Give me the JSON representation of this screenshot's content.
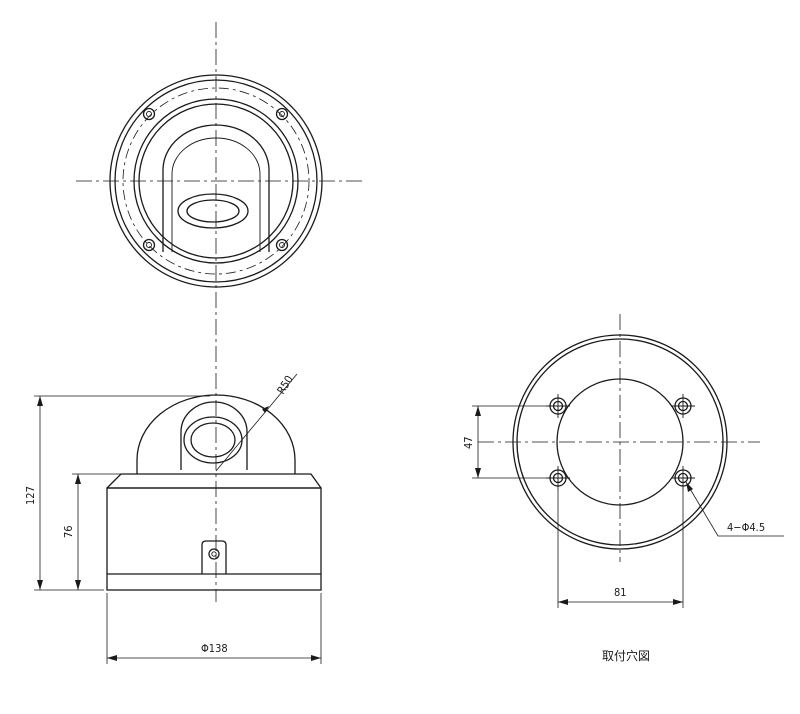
{
  "dimensions": {
    "height_total": "127",
    "height_body": "76",
    "diameter_body": "Φ138",
    "dome_radius": "R50",
    "hole_pitch_vertical": "47",
    "hole_pitch_horizontal": "81",
    "mounting_holes": "4−Φ4.5"
  },
  "captions": {
    "mounting_hole_view": "取付穴図"
  }
}
